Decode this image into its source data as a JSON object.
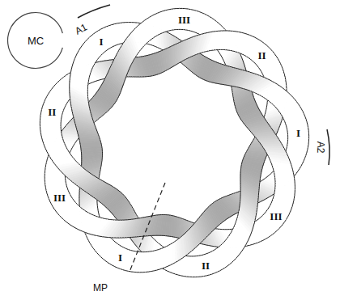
{
  "diagram": {
    "nodes": [
      {
        "text": [
          "MC"
        ]
      }
    ],
    "labels": [
      "I",
      "III",
      "II",
      "I",
      "III",
      "II",
      "I",
      "III",
      "II",
      "MP",
      "A1",
      "A2"
    ]
  }
}
